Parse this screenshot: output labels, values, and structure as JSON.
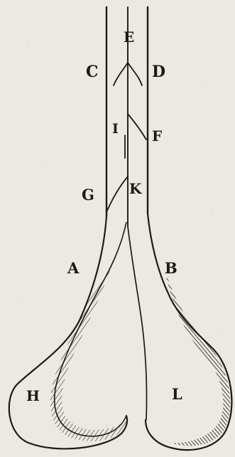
{
  "labels": {
    "E": "E",
    "C": "C",
    "D": "D",
    "I": "I",
    "F": "F",
    "G": "G",
    "K": "K",
    "A": "A",
    "B": "B",
    "H": "H",
    "L": "L"
  },
  "colors": {
    "paper": "#ece9df",
    "ink": "#1c1a16"
  }
}
